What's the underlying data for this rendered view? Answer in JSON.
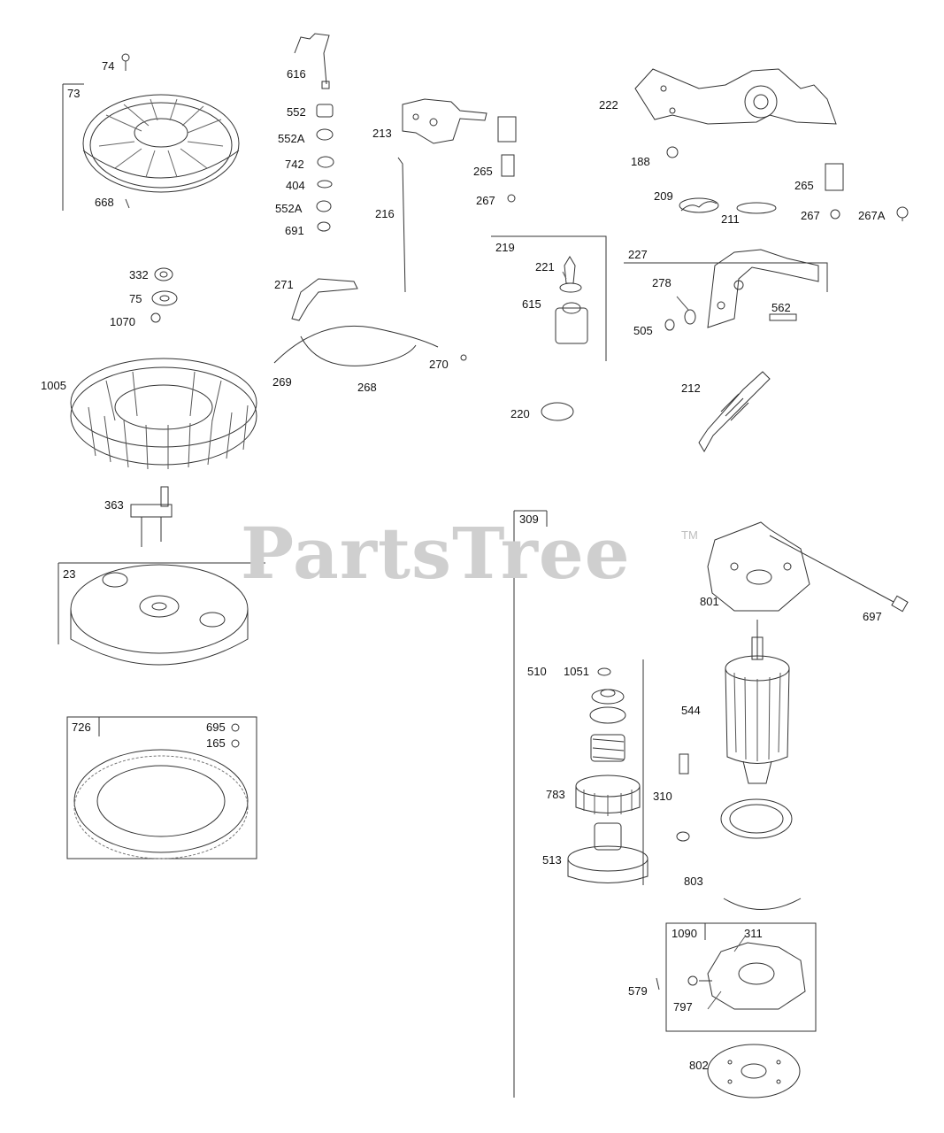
{
  "watermark": {
    "text": "PartsTree",
    "trademark": "TM"
  },
  "colors": {
    "line": "#333333",
    "watermark": "#cfcfcf",
    "background": "#ffffff"
  },
  "labels": [
    "74",
    "73",
    "668",
    "616",
    "552",
    "552A",
    "742",
    "404",
    "552A",
    "691",
    "213",
    "216",
    "265",
    "267",
    "222",
    "188",
    "209",
    "211",
    "265",
    "267",
    "267A",
    "332",
    "75",
    "1070",
    "271",
    "269",
    "268",
    "270",
    "219",
    "221",
    "615",
    "220",
    "227",
    "278",
    "505",
    "562",
    "212",
    "1005",
    "363",
    "23",
    "309",
    "801",
    "697",
    "510",
    "1051",
    "544",
    "783",
    "310",
    "513",
    "803",
    "726",
    "695",
    "165",
    "1090",
    "311",
    "579",
    "797",
    "802"
  ]
}
